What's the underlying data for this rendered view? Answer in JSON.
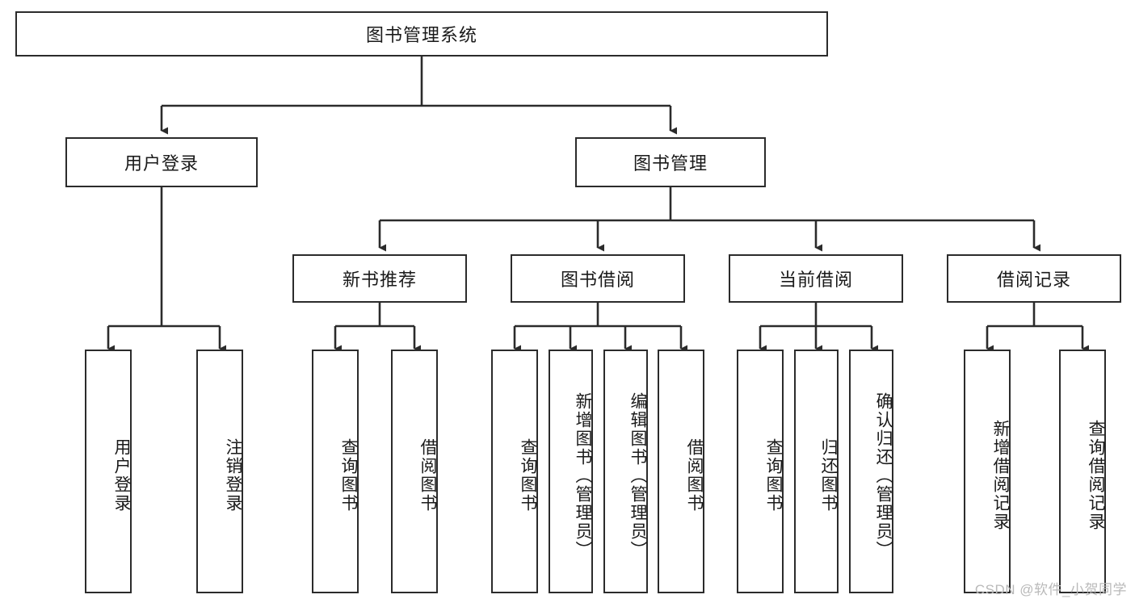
{
  "diagram": {
    "title": "图书管理系统",
    "type": "hierarchy-tree",
    "watermark": "CSDN @软件_小贺同学",
    "nodes": {
      "root": {
        "label": "图书管理系统",
        "level": 0
      },
      "user_login": {
        "label": "用户登录",
        "level": 1
      },
      "book_manage": {
        "label": "图书管理",
        "level": 1
      },
      "new_book_rec": {
        "label": "新书推荐",
        "level": 2
      },
      "book_borrow": {
        "label": "图书借阅",
        "level": 2
      },
      "current_borrow": {
        "label": "当前借阅",
        "level": 2
      },
      "borrow_record": {
        "label": "借阅记录",
        "level": 2
      },
      "leaf_user_login": {
        "label": "用户登录",
        "level": 3
      },
      "leaf_user_logout": {
        "label": "注销登录",
        "level": 3
      },
      "leaf_query_book_1": {
        "label": "查询图书",
        "level": 3
      },
      "leaf_borrow_book_1": {
        "label": "借阅图书",
        "level": 3
      },
      "leaf_query_book_2": {
        "label": "查询图书",
        "level": 3
      },
      "leaf_add_book": {
        "label": "新增图书（管理员）",
        "level": 3
      },
      "leaf_edit_book": {
        "label": "编辑图书（管理员）",
        "level": 3
      },
      "leaf_borrow_book_2": {
        "label": "借阅图书",
        "level": 3
      },
      "leaf_query_book_3": {
        "label": "查询图书",
        "level": 3
      },
      "leaf_return_book": {
        "label": "归还图书",
        "level": 3
      },
      "leaf_confirm_return": {
        "label": "确认归还（管理员）",
        "level": 3
      },
      "leaf_add_record": {
        "label": "新增借阅记录",
        "level": 3
      },
      "leaf_query_record": {
        "label": "查询借阅记录",
        "level": 3
      }
    },
    "edges": [
      {
        "from": "root",
        "to": "user_login"
      },
      {
        "from": "root",
        "to": "book_manage"
      },
      {
        "from": "user_login",
        "to": "leaf_user_login"
      },
      {
        "from": "user_login",
        "to": "leaf_user_logout"
      },
      {
        "from": "book_manage",
        "to": "new_book_rec"
      },
      {
        "from": "book_manage",
        "to": "book_borrow"
      },
      {
        "from": "book_manage",
        "to": "current_borrow"
      },
      {
        "from": "book_manage",
        "to": "borrow_record"
      },
      {
        "from": "new_book_rec",
        "to": "leaf_query_book_1"
      },
      {
        "from": "new_book_rec",
        "to": "leaf_borrow_book_1"
      },
      {
        "from": "book_borrow",
        "to": "leaf_query_book_2"
      },
      {
        "from": "book_borrow",
        "to": "leaf_add_book"
      },
      {
        "from": "book_borrow",
        "to": "leaf_edit_book"
      },
      {
        "from": "book_borrow",
        "to": "leaf_borrow_book_2"
      },
      {
        "from": "current_borrow",
        "to": "leaf_query_book_3"
      },
      {
        "from": "current_borrow",
        "to": "leaf_return_book"
      },
      {
        "from": "current_borrow",
        "to": "leaf_confirm_return"
      },
      {
        "from": "borrow_record",
        "to": "leaf_add_record"
      },
      {
        "from": "borrow_record",
        "to": "leaf_query_record"
      }
    ],
    "colors": {
      "stroke": "#2b2b2b",
      "fill": "#ffffff",
      "text": "#1a1a1a",
      "watermark": "#b9b9b9"
    }
  }
}
